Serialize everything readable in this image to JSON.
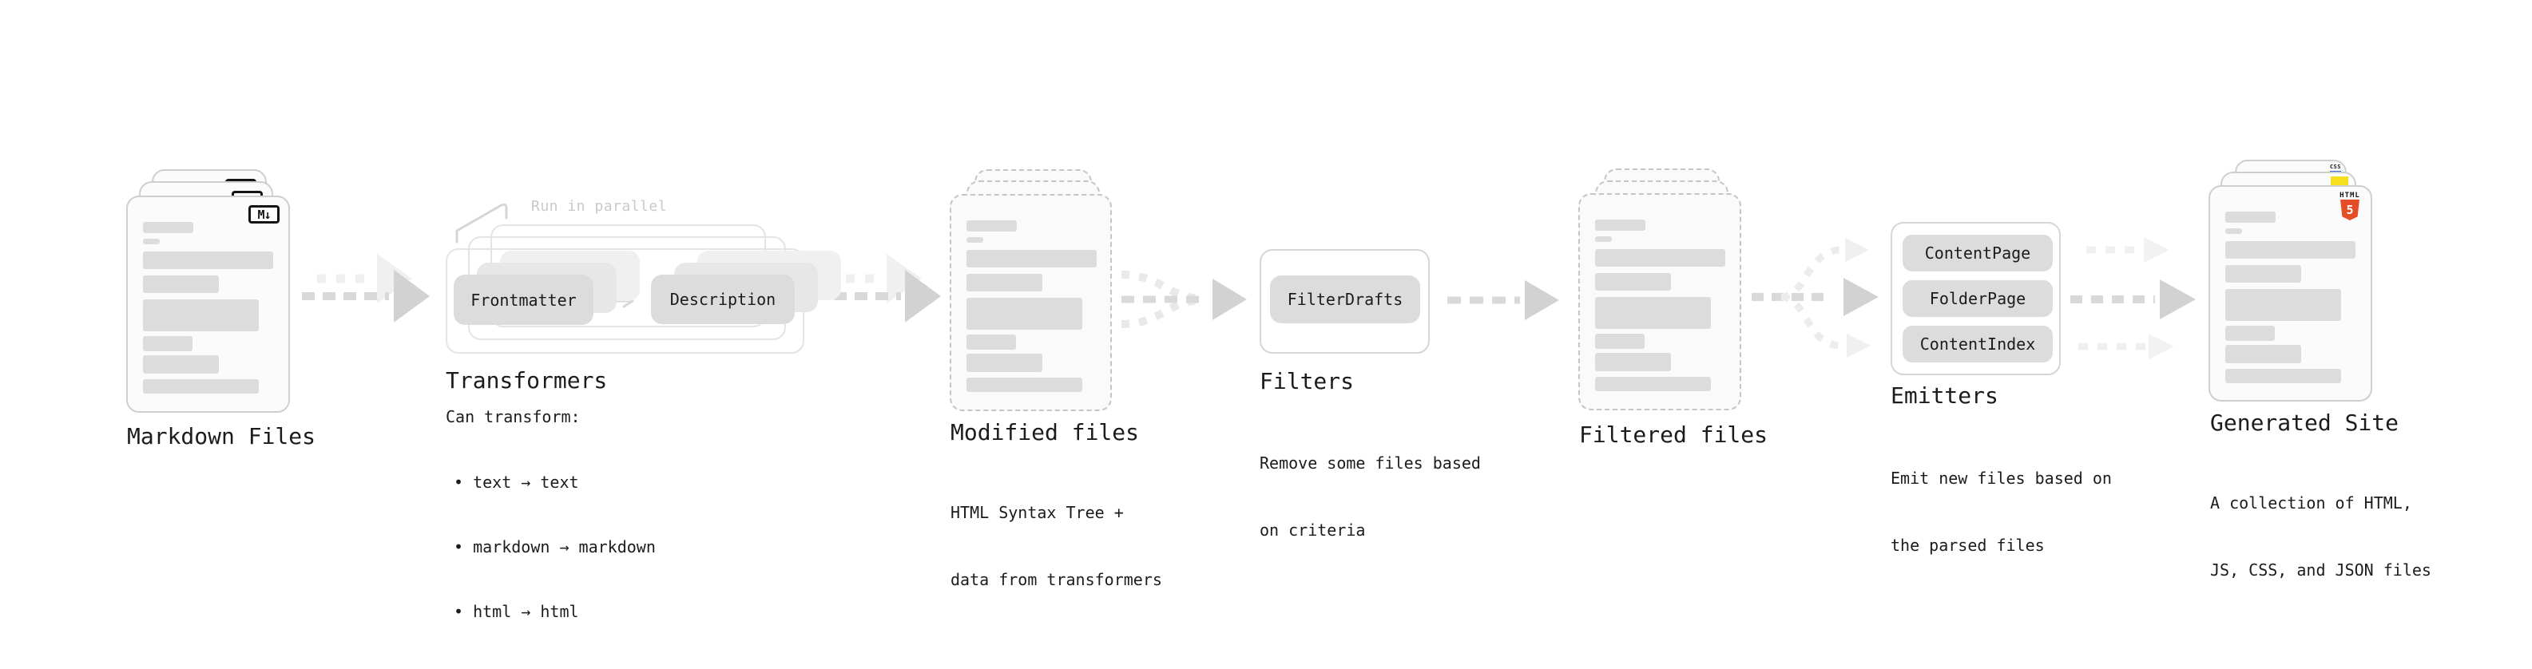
{
  "stages": {
    "markdown": {
      "label": "Markdown Files",
      "badge": "M↓"
    },
    "transformers": {
      "label": "Transformers",
      "annotation": "Run in parallel",
      "pill_left": "Frontmatter",
      "pill_right": "Description",
      "caption_title": "Can transform:",
      "bullets": [
        "• text → text",
        "• markdown → markdown",
        "• html → html"
      ]
    },
    "modified": {
      "label": "Modified files",
      "caption": [
        "HTML Syntax Tree +",
        "data from transformers"
      ]
    },
    "filters": {
      "label": "Filters",
      "pill": "FilterDrafts",
      "caption": [
        "Remove some files based",
        "on criteria"
      ]
    },
    "filtered": {
      "label": "Filtered files"
    },
    "emitters": {
      "label": "Emitters",
      "pills": [
        "ContentPage",
        "FolderPage",
        "ContentIndex"
      ],
      "caption": [
        "Emit new files based on",
        "the parsed files"
      ]
    },
    "generated": {
      "label": "Generated Site",
      "caption": [
        "A collection of HTML,",
        "JS, CSS, and JSON files"
      ],
      "badges": {
        "css": "CSS",
        "html_word": "HTML",
        "html_num": "5"
      }
    }
  },
  "colors": {
    "bar_gray": "#dcdcdc",
    "pill_gray": "#dcdcdc",
    "arrow_dark": "#d9d9d9",
    "arrow_head_dark": "#d2d2d2",
    "arrow_light": "#f0f0f0",
    "text": "#1c1c1c",
    "annotation_gray": "#c9c9c9",
    "html5_orange": "#e44d26",
    "js_yellow": "#f7df1e",
    "css_blue": "#2f6de1"
  }
}
